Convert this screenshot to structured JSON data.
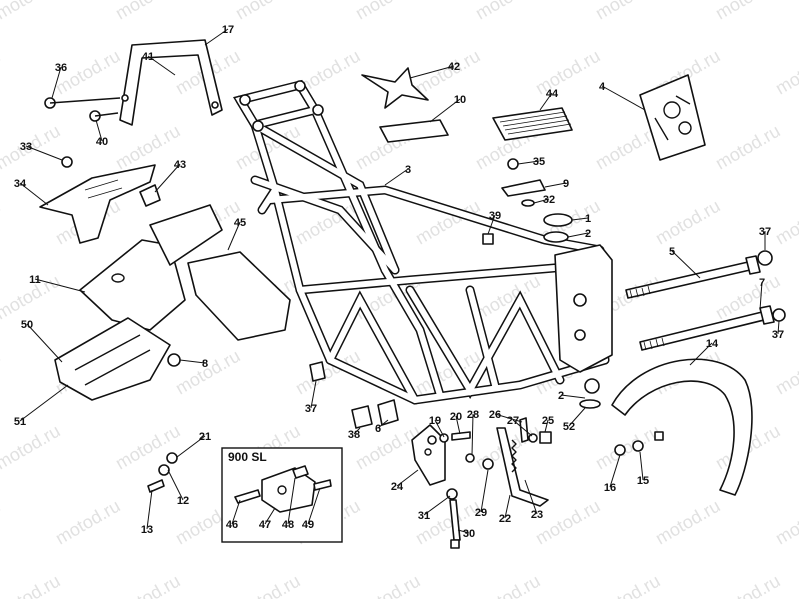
{
  "watermark": "motod.ru",
  "inset_title": "900 SL",
  "callouts": [
    "1",
    "2",
    "3",
    "4",
    "5",
    "6",
    "7",
    "8",
    "9",
    "10",
    "11",
    "12",
    "13",
    "14",
    "15",
    "16",
    "17",
    "19",
    "20",
    "21",
    "22",
    "23",
    "24",
    "25",
    "26",
    "27",
    "28",
    "29",
    "30",
    "31",
    "32",
    "33",
    "34",
    "35",
    "36",
    "37",
    "38",
    "39",
    "40",
    "41",
    "42",
    "43",
    "44",
    "45",
    "46",
    "47",
    "48",
    "49",
    "50",
    "51",
    "52"
  ]
}
